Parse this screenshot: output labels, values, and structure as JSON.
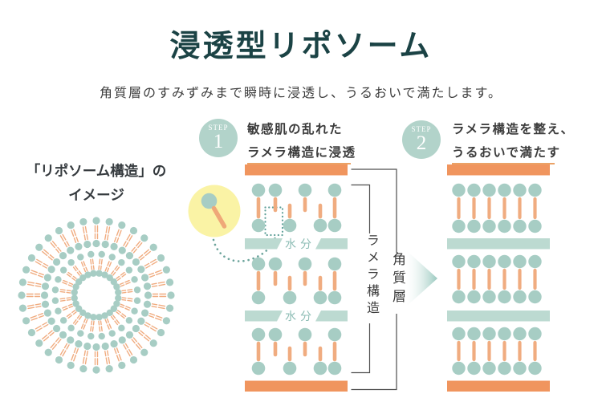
{
  "header": {
    "title": "浸透型リポソーム",
    "subtitle": "角質層のすみずみまで瞬時に浸透し、うるおいで満たします。"
  },
  "liposome": {
    "label_line1": "「リポソーム構造」の",
    "label_line2": "イメージ"
  },
  "steps": [
    {
      "badge": "STEP",
      "number": "1",
      "line1": "敏感肌の乱れた",
      "line2": "ラメラ構造に浸透"
    },
    {
      "badge": "STEP",
      "number": "2",
      "line1": "ラメラ構造を整え、",
      "line2": "うるおいで満たす"
    }
  ],
  "diagram": {
    "water_label": "水分",
    "lamella_label": "ラメラ構造",
    "stratum_label": "角質層"
  },
  "colors": {
    "title_teal": "#1b4345",
    "body_text": "#3b3b3b",
    "orange_bar": "#f0955e",
    "lipid_head": "#a7cdc4",
    "lipid_tail": "#f0ac80",
    "water_bar": "#bcdad1",
    "water_text": "#8cbcb4",
    "step_circle": "#b2d3ca",
    "step_underline": "#eba266",
    "highlight_yellow": "#faf3a5",
    "dotted_line": "#6ba39b",
    "bracket_line": "#4e4e4e",
    "arrow_teal": "#98c8be"
  }
}
